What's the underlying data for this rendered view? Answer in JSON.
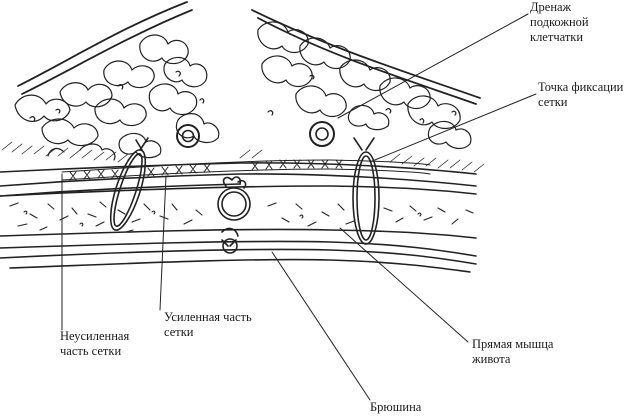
{
  "labels": {
    "drainage": [
      "Дренаж",
      "подкожной",
      "клетчатки"
    ],
    "fixation": [
      "Точка фиксации",
      "сетки"
    ],
    "unreinforced": [
      "Неусиленная",
      "часть сетки"
    ],
    "reinforced": [
      "Усиленная часть",
      "сетки"
    ],
    "rectus": [
      "Прямая мышца",
      "живота"
    ],
    "peritoneum": [
      "Брюшина"
    ]
  },
  "colors": {
    "ink": "#222222",
    "paper": "#ffffff"
  }
}
